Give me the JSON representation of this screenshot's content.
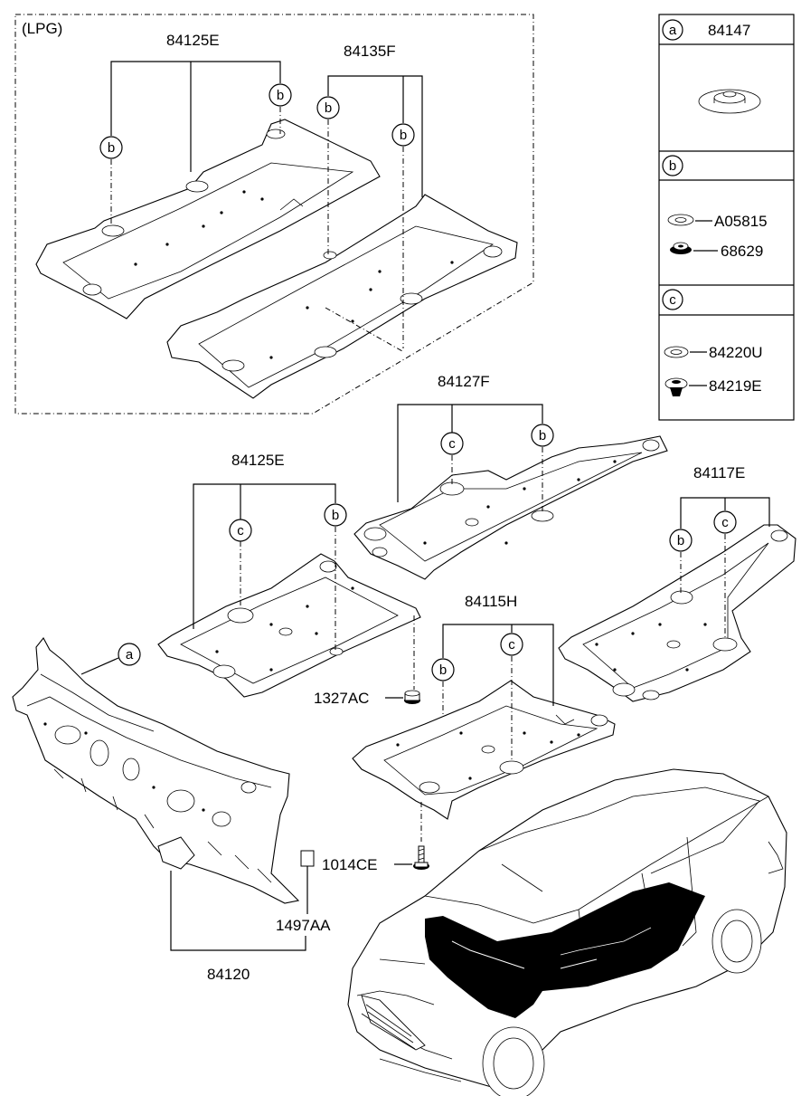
{
  "lpg_box": {
    "label": "(LPG)",
    "part_84125e": "84125E",
    "part_84135f": "84135F"
  },
  "parts": {
    "p84127f": "84127F",
    "p84125e": "84125E",
    "p84117e": "84117E",
    "p84115h": "84115H",
    "p1327ac": "1327AC",
    "p1014ce": "1014CE",
    "p1497aa": "1497AA",
    "p84120": "84120"
  },
  "callouts": {
    "a": "a",
    "b": "b",
    "c": "c"
  },
  "legend": {
    "a_key": "a",
    "a_part": "84147",
    "b_key": "b",
    "b_items": [
      "A05815",
      "68629"
    ],
    "c_key": "c",
    "c_items": [
      "84220U",
      "84219E"
    ]
  },
  "colors": {
    "line": "#000000",
    "background": "#ffffff",
    "fill_dark": "#000000"
  }
}
